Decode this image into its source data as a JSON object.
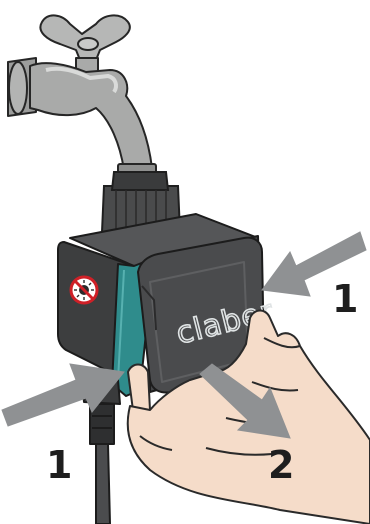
{
  "brand": "claber",
  "warning_label": "☀",
  "steps": {
    "press_right": "1",
    "press_left": "1",
    "pull": "2"
  },
  "icons": [
    "faucet-icon",
    "timer-icon",
    "hand-icon",
    "arrow-icon",
    "no-sun-icon"
  ],
  "colors": {
    "faucet": "#a9aaa9",
    "body": "#3d3e3f",
    "teal": "#2f8c8c",
    "cover": "#4a4b4d",
    "arrow": "#8f9193",
    "hand": "#f5dcc9",
    "hand_outline": "#2a2a2a",
    "warning": "#cf2027"
  }
}
